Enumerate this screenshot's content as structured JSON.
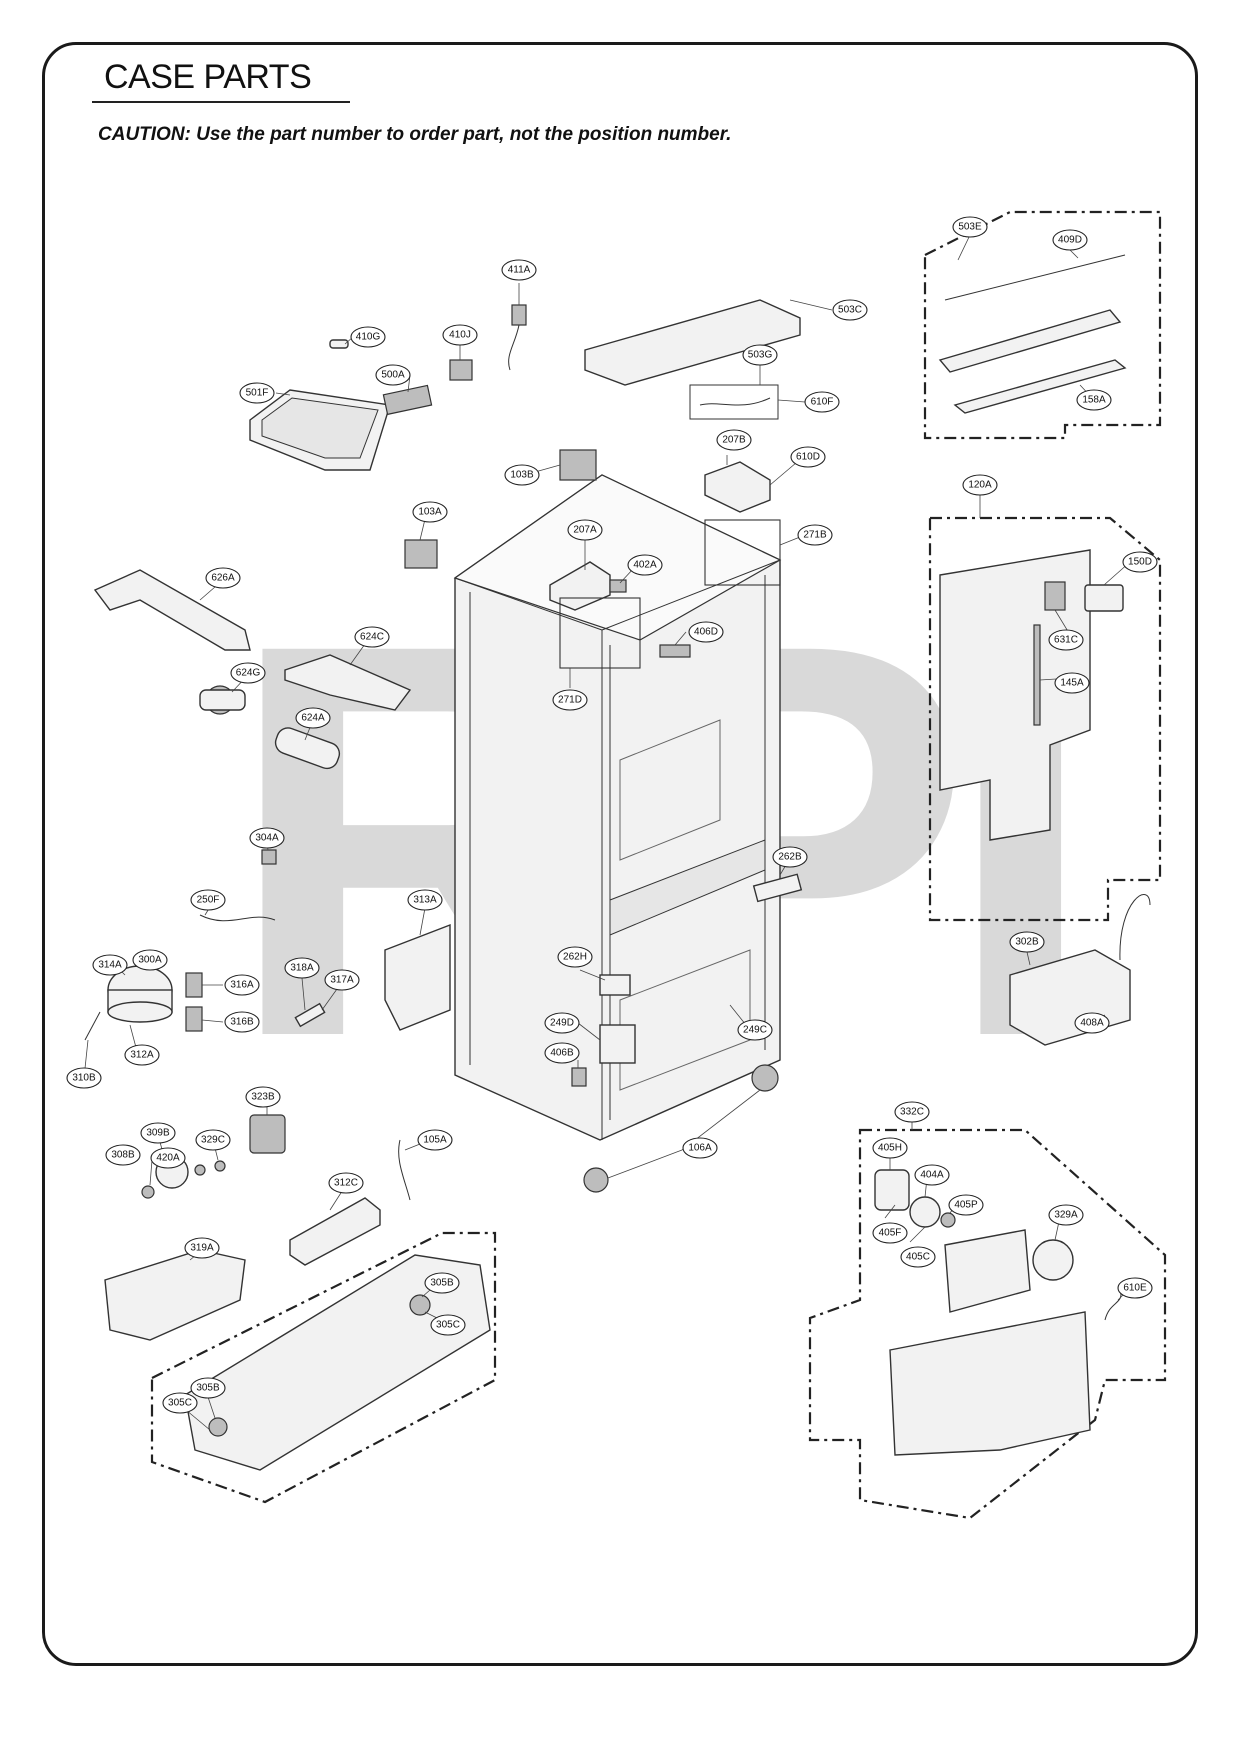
{
  "header": {
    "title": "CASE PARTS",
    "caution": "CAUTION: Use the part number to order part, not the position number."
  },
  "watermark": "RPI",
  "labels": {
    "l411A": "411A",
    "l410G": "410G",
    "l410J": "410J",
    "l500A": "500A",
    "l501F": "501F",
    "l503C": "503C",
    "l503G": "503G",
    "l610F": "610F",
    "l503E": "503E",
    "l409D": "409D",
    "l158A": "158A",
    "l103B": "103B",
    "l207B": "207B",
    "l610D": "610D",
    "l103A": "103A",
    "l207A": "207A",
    "l402A": "402A",
    "l271B": "271B",
    "l120A": "120A",
    "l150D": "150D",
    "l631C": "631C",
    "l145A": "145A",
    "l626A": "626A",
    "l624C": "624C",
    "l406D": "406D",
    "l624G": "624G",
    "l271D": "271D",
    "l624A": "624A",
    "l304A": "304A",
    "l262B": "262B",
    "l250F": "250F",
    "l313A": "313A",
    "l302B": "302B",
    "l314A": "314A",
    "l300A": "300A",
    "l316A": "316A",
    "l318A": "318A",
    "l317A": "317A",
    "l262H": "262H",
    "l316B": "316B",
    "l312A": "312A",
    "l249D": "249D",
    "l249C": "249C",
    "l408A": "408A",
    "l310B": "310B",
    "l406B": "406B",
    "l323B": "323B",
    "l332C": "332C",
    "l309B": "309B",
    "l329C": "329C",
    "l105A": "105A",
    "l308B": "308B",
    "l420A": "420A",
    "l106A": "106A",
    "l405H": "405H",
    "l404A": "404A",
    "l312C": "312C",
    "l405P": "405P",
    "l329A": "329A",
    "l405F": "405F",
    "l405C": "405C",
    "l319A": "319A",
    "l305B_1": "305B",
    "l305C_1": "305C",
    "l610E": "610E",
    "l305B_2": "305B",
    "l305C_2": "305C"
  }
}
